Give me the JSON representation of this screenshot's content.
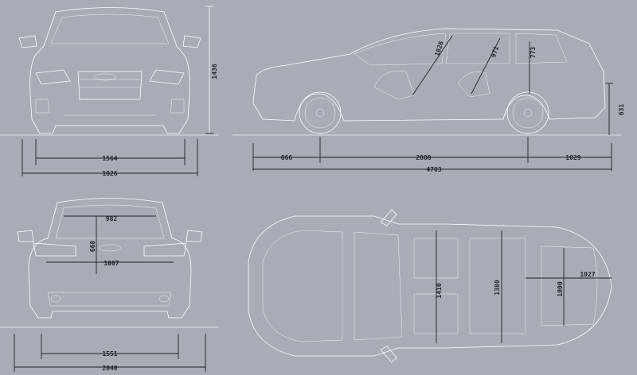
{
  "colors": {
    "background": "#a8acb4",
    "lines": "#ffffff",
    "dimension": "#202326"
  },
  "front_view": {
    "track": "1564",
    "width": "1826",
    "height": "1436"
  },
  "side_view": {
    "front_overhang": "866",
    "wheelbase": "2808",
    "rear_overhang": "1029",
    "length": "4703",
    "ground_clearance": "631",
    "headroom_front": "1026",
    "headroom_rear": "971",
    "seat_height": "773"
  },
  "rear_view": {
    "hatch_width": "982",
    "hatch_height": "668",
    "load_width": "1007",
    "track": "1551",
    "width_mirrors": "2040"
  },
  "top_view": {
    "elbow_front": "1410",
    "elbow_rear": "1380",
    "load_width_arches": "1000",
    "load_length": "1027"
  }
}
